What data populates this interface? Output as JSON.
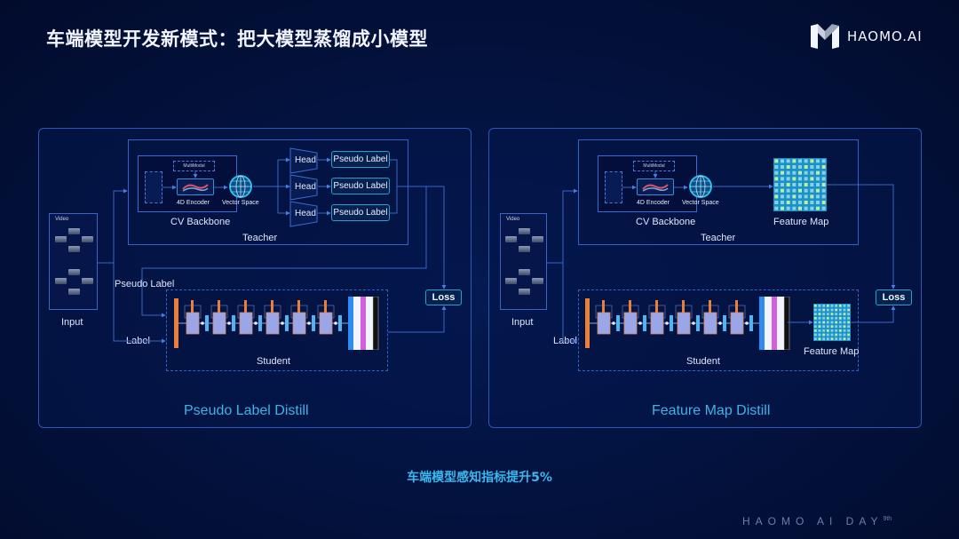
{
  "header": {
    "title": "车端模型开发新模式：把大模型蒸馏成小模型",
    "logo_text": "HAOMO.AI"
  },
  "left_panel": {
    "distill_title": "Pseudo Label Distill",
    "input_label": "Input",
    "video_label": "Video",
    "teacher_label": "Teacher",
    "cv_backbone_label": "CV Backbone",
    "multimodal_label": "MultiModal",
    "encoder_label": "4D Encoder",
    "vector_space_label": "Vector Space",
    "heads": [
      {
        "head": "Head",
        "output": "Pseudo Label"
      },
      {
        "head": "Head",
        "output": "Pseudo Label"
      },
      {
        "head": "Head",
        "output": "Pseudo Label"
      }
    ],
    "pseudo_label_edge": "Pseudo Label",
    "label_edge": "Label",
    "student_label": "Student",
    "loss_label": "Loss"
  },
  "right_panel": {
    "distill_title": "Feature Map Distill",
    "input_label": "Input",
    "video_label": "Video",
    "teacher_label": "Teacher",
    "cv_backbone_label": "CV Backbone",
    "multimodal_label": "MultiModal",
    "encoder_label": "4D Encoder",
    "vector_space_label": "Vector Space",
    "teacher_feature_map_label": "Feature Map",
    "student_feature_map_label": "Feature Map",
    "label_edge": "Label",
    "student_label": "Student",
    "loss_label": "Loss"
  },
  "metric": "车端模型感知指标提升5%",
  "footer": {
    "event": "HAOMO AI DAY",
    "edition": "9th"
  },
  "colors": {
    "background": "#031340",
    "panel_border": "#2f57b8",
    "accent_cyan": "#39b9f0",
    "student_orange": "#e8803a",
    "student_blue": "#2f8cf0",
    "student_magenta": "#d060e0"
  }
}
